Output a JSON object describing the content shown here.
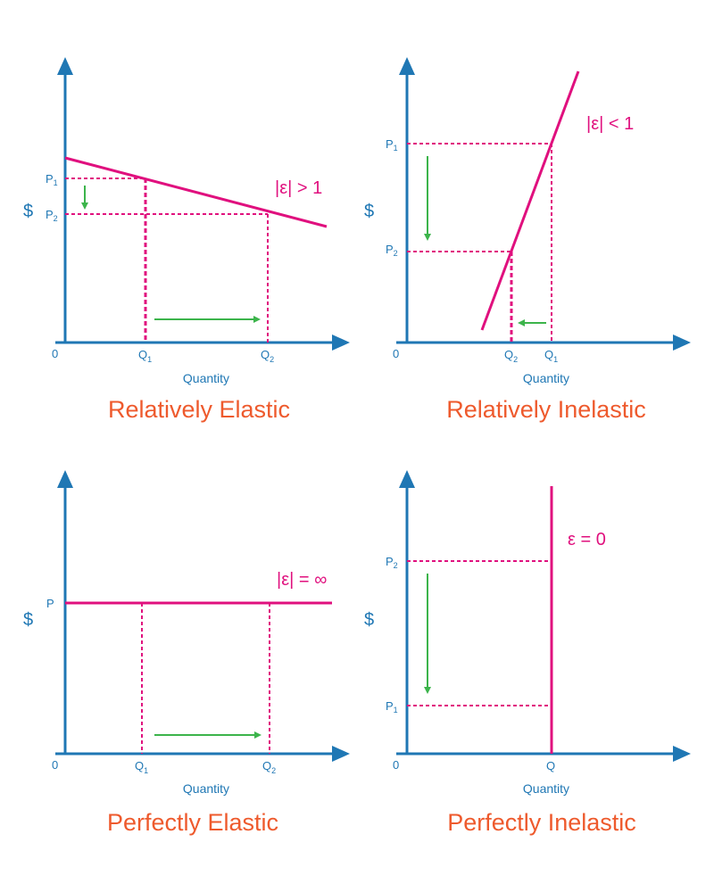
{
  "colors": {
    "axis": "#1f77b4",
    "curve": "#e0107e",
    "arrow": "#3cb44b",
    "title": "#ee5a2d"
  },
  "panels": {
    "elastic": {
      "title": "Relatively Elastic",
      "y_label": "$",
      "x_label": "Quantity",
      "origin": "0",
      "equation": "|ε| > 1",
      "p_labels": [
        {
          "main": "P",
          "sub": "1"
        },
        {
          "main": "P",
          "sub": "2"
        }
      ],
      "q_labels": [
        {
          "main": "Q",
          "sub": "1"
        },
        {
          "main": "Q",
          "sub": "2"
        }
      ]
    },
    "inelastic": {
      "title": "Relatively Inelastic",
      "y_label": "$",
      "x_label": "Quantity",
      "origin": "0",
      "equation": "|ε| < 1",
      "p_labels": [
        {
          "main": "P",
          "sub": "1"
        },
        {
          "main": "P",
          "sub": "2"
        }
      ],
      "q_labels": [
        {
          "main": "Q",
          "sub": "2"
        },
        {
          "main": "Q",
          "sub": "1"
        }
      ]
    },
    "perfect_elastic": {
      "title": "Perfectly Elastic",
      "y_label": "$",
      "x_label": "Quantity",
      "origin": "0",
      "equation": "|ε| = ∞",
      "p_labels": [
        {
          "main": "P",
          "sub": ""
        }
      ],
      "q_labels": [
        {
          "main": "Q",
          "sub": "1"
        },
        {
          "main": "Q",
          "sub": "2"
        }
      ]
    },
    "perfect_inelastic": {
      "title": "Perfectly Inelastic",
      "y_label": "$",
      "x_label": "Quantity",
      "origin": "0",
      "equation": "ε = 0",
      "p_labels": [
        {
          "main": "P",
          "sub": "2"
        },
        {
          "main": "P",
          "sub": "1"
        }
      ],
      "q_labels": [
        {
          "main": "Q",
          "sub": ""
        }
      ]
    }
  }
}
